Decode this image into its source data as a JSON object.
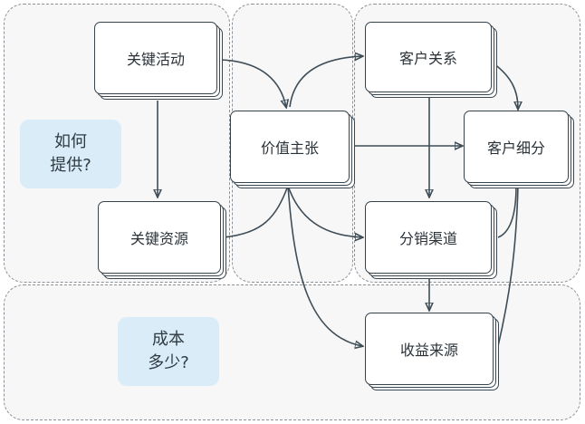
{
  "regions": {
    "how": {
      "note": "如何\n提供?"
    },
    "cost": {
      "note": "成本\n多少?"
    }
  },
  "blocks": {
    "key_activities": "关键活动",
    "key_resources": "关键资源",
    "value_proposition": "价值主张",
    "customer_relationships": "客户关系",
    "customer_segments": "客户细分",
    "channels": "分销渠道",
    "revenue_streams": "收益来源"
  },
  "colors": {
    "note_bg": "#d9ecf8",
    "region_bg": "#f7f7f7",
    "line": "#3f4d57"
  }
}
